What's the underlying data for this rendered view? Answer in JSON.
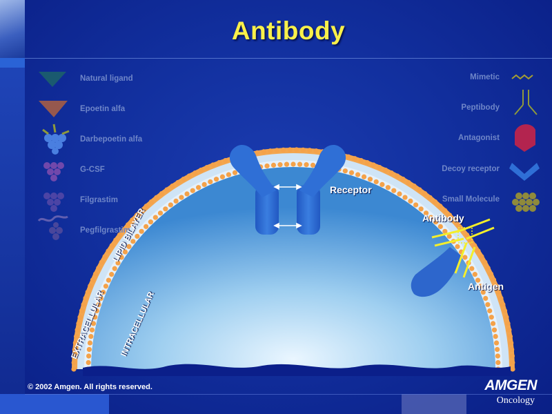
{
  "title": "Antibody",
  "legend_left": [
    {
      "label": "Natural ligand",
      "icon": "natural-ligand-icon"
    },
    {
      "label": "Epoetin alfa",
      "icon": "epoetin-alfa-icon"
    },
    {
      "label": "Darbepoetin alfa",
      "icon": "darbepoetin-alfa-icon"
    },
    {
      "label": "G-CSF",
      "icon": "g-csf-icon"
    },
    {
      "label": "Filgrastim",
      "icon": "filgrastim-icon"
    },
    {
      "label": "Pegfilgrastim",
      "icon": "pegfilgrastim-icon"
    }
  ],
  "legend_right": [
    {
      "label": "Mimetic",
      "icon": "mimetic-icon"
    },
    {
      "label": "Peptibody",
      "icon": "peptibody-icon"
    },
    {
      "label": "Antagonist",
      "icon": "antagonist-icon"
    },
    {
      "label": "Decoy receptor",
      "icon": "decoy-receptor-icon"
    },
    {
      "label": "Small Molecule",
      "icon": "small-molecule-icon"
    }
  ],
  "diagram": {
    "receptor": "Receptor",
    "antibody": "Antibody",
    "antigen": "Antigen",
    "lipid_bilayer": "LIPID BILAYER",
    "extracellular": "EXTRACELLULAR",
    "intracellular": "INTRACELLULAR"
  },
  "footer": {
    "copyright": "© 2002 Amgen. All rights reserved.",
    "brand": "AMGEN",
    "division": "Oncology"
  },
  "colors": {
    "title": "#f8f04a",
    "background": "#12309f",
    "lipid_head": "#f4a24a",
    "receptor": "#2f6fd6",
    "antibody": "#f4ee2a"
  }
}
